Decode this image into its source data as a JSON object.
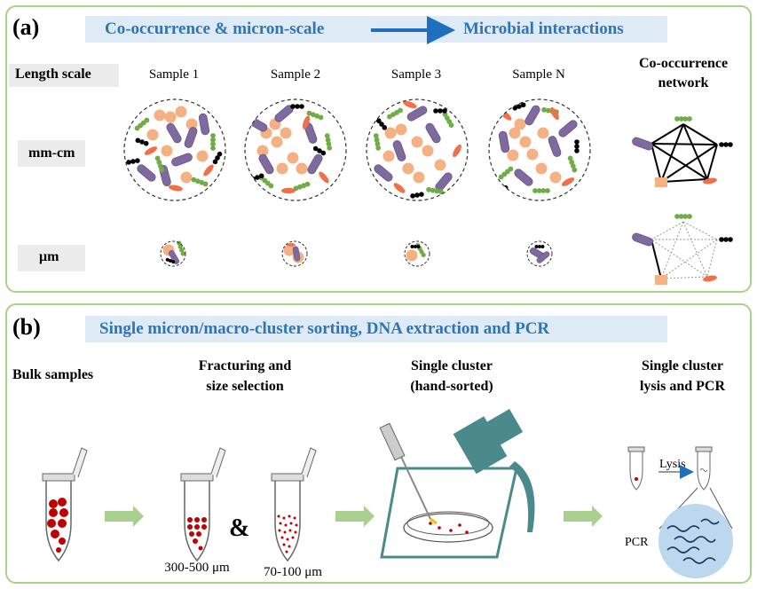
{
  "panel_a": {
    "letter": "(a)",
    "banner_left": "Co-occurrence & micron-scale",
    "banner_right": "Microbial interactions",
    "length_scale_label": "Length scale",
    "samples": [
      "Sample 1",
      "Sample 2",
      "Sample 3",
      "Sample N"
    ],
    "network_title_line1": "Co-occurrence",
    "network_title_line2": "network",
    "row_mm": "mm-cm",
    "row_um": "μm"
  },
  "panel_b": {
    "letter": "(b)",
    "banner": "Single micron/macro-cluster sorting, DNA extraction and PCR",
    "step1": "Bulk samples",
    "step2_line1": "Fracturing and",
    "step2_line2": "size selection",
    "step3_line1": "Single cluster",
    "step3_line2": "(hand-sorted)",
    "step4_line1": "Single cluster",
    "step4_line2": "lysis and PCR",
    "amp": "&",
    "size1": "300-500 μm",
    "size2": "70-100 μm",
    "lysis": "Lysis",
    "pcr": "PCR"
  },
  "colors": {
    "panel_border": "#a9d08e",
    "banner_bg": "#deebf7",
    "banner_text": "#2e75b6",
    "arrow_blue": "#1f6fbf",
    "arrow_green": "#a9d08e",
    "rod_purple": "#7e6a9e",
    "coccus_peach": "#f4b183",
    "chain_green": "#70ad47",
    "spindle_red": "#f0704a",
    "dot_black": "#000000",
    "pellet_red": "#c00000"
  }
}
